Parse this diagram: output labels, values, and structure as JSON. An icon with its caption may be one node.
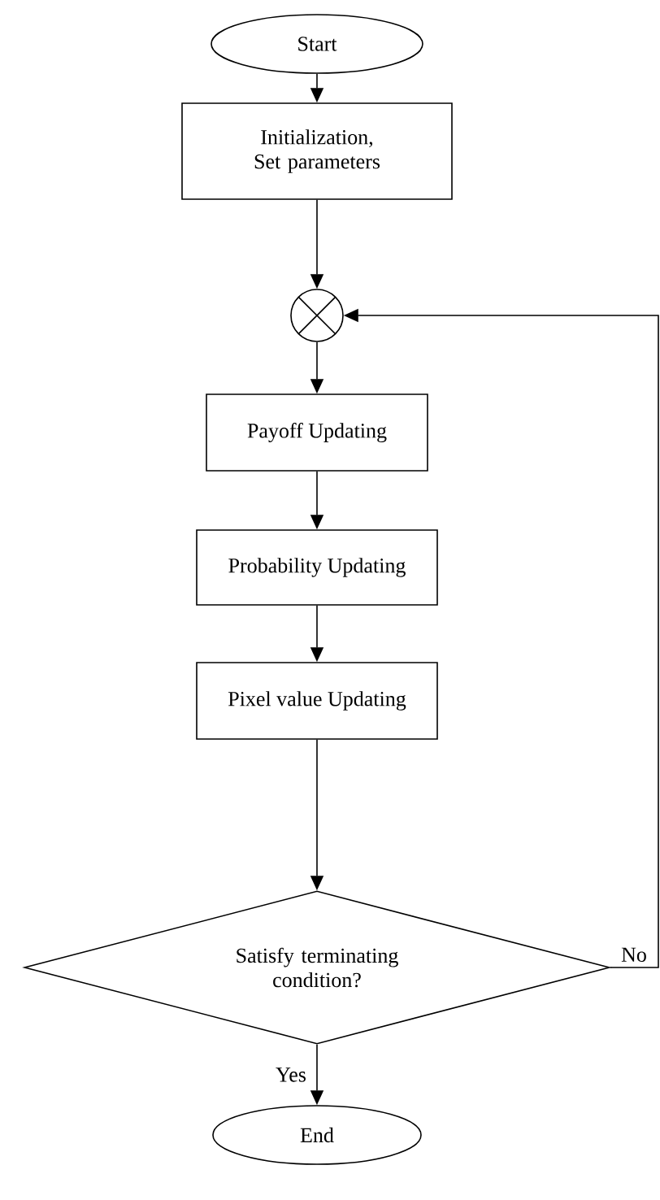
{
  "diagram": {
    "nodes": [
      {
        "text": [
          "Start"
        ]
      },
      {
        "text": [
          "Initialization, Set parameters"
        ]
      },
      {
        "text": [],
        "shape": "circle"
      },
      {
        "text": [
          "Payoff Updating"
        ]
      },
      {
        "text": [
          "Probability Updating"
        ]
      },
      {
        "text": [
          "Pixel value Updating"
        ]
      },
      {
        "text": [
          "Satisfy terminating condition?"
        ]
      },
      {
        "text": [
          "End"
        ]
      }
    ],
    "edges": [
      {
        "from": 0,
        "to": 1,
        "arrow": "to"
      },
      {
        "from": 1,
        "to": 2,
        "arrow": "to"
      },
      {
        "from": 2,
        "to": 3,
        "arrow": "to"
      },
      {
        "from": 3,
        "to": 4,
        "arrow": "to"
      },
      {
        "from": 4,
        "to": 5,
        "arrow": "to"
      },
      {
        "from": 5,
        "to": 6,
        "arrow": "to"
      },
      {
        "from": 6,
        "to": 2,
        "arrow": "to",
        "label": "No"
      },
      {
        "from": 6,
        "to": 7,
        "arrow": "to",
        "label": "Yes"
      }
    ]
  }
}
